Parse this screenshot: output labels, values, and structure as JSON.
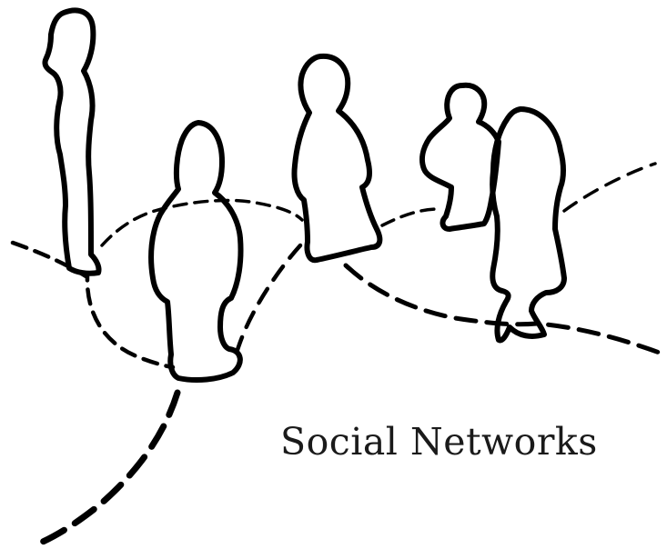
{
  "caption": "Social Networks",
  "colors": {
    "background": "#ffffff",
    "ink": "#000000"
  },
  "figures": [
    {
      "name": "figure-tall-standing-woman",
      "description_icon": "person-silhouette-icon"
    },
    {
      "name": "figure-child-center",
      "description_icon": "person-silhouette-icon"
    },
    {
      "name": "figure-person-middle",
      "description_icon": "person-silhouette-icon"
    },
    {
      "name": "figure-child-rear",
      "description_icon": "person-silhouette-icon"
    },
    {
      "name": "figure-woman-in-dress",
      "description_icon": "person-silhouette-icon"
    }
  ],
  "connections": [
    {
      "name": "dashed-path-left-arc"
    },
    {
      "name": "dashed-path-center-arc"
    },
    {
      "name": "dashed-path-right-arc"
    },
    {
      "name": "dashed-path-bottom-tail"
    }
  ]
}
